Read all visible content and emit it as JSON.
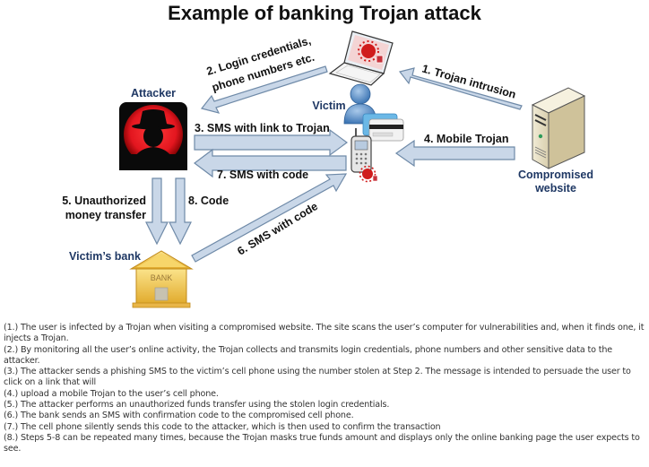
{
  "title": "Example of banking Trojan attack",
  "nodes": {
    "attacker": "Attacker",
    "victim": "Victim",
    "compromised_website_line1": "Compromised",
    "compromised_website_line2": "website",
    "victims_bank": "Victim’s bank",
    "bank_sign": "BANK"
  },
  "steps": {
    "s1": "1. Trojan intrusion",
    "s2_line1": "2. Login credentials,",
    "s2_line2": "phone numbers etc.",
    "s3": "3. SMS with link to Trojan",
    "s4": "4. Mobile Trojan",
    "s5_line1": "5. Unauthorized",
    "s5_line2": "money transfer",
    "s6": "6. SMS with code",
    "s7": "7. SMS with code",
    "s8": "8. Code"
  },
  "colors": {
    "arrow_fill": "#c9d7e8",
    "arrow_stroke": "#6f8aa8",
    "node_label": "#1f3864",
    "attacker_red": "#e3161f"
  },
  "notes": [
    "(1.) The user is infected by a Trojan when visiting a compromised website. The site scans the user’s computer for vulnerabilities and, when it finds one, it injects a Trojan.",
    "(2.) By monitoring all the user’s online activity, the Trojan collects and transmits login credentials, phone numbers and other sensitive data to the attacker.",
    "(3.) The attacker sends a phishing SMS to the victim’s cell phone using the number stolen at Step 2. The message is intended to persuade the user to click on a link that will",
    "(4.) upload a mobile Trojan to the user’s cell phone.",
    "(5.) The attacker performs an unauthorized funds transfer using the stolen login credentials.",
    "(6.) The bank sends an SMS with confirmation code to the compromised cell phone.",
    "(7.) The cell phone silently sends this code to the attacker, which is then used to confirm the transaction",
    "(8.) Steps 5-8 can be repeated many times, because the Trojan masks true funds amount and displays only the online banking page the user expects to see."
  ]
}
